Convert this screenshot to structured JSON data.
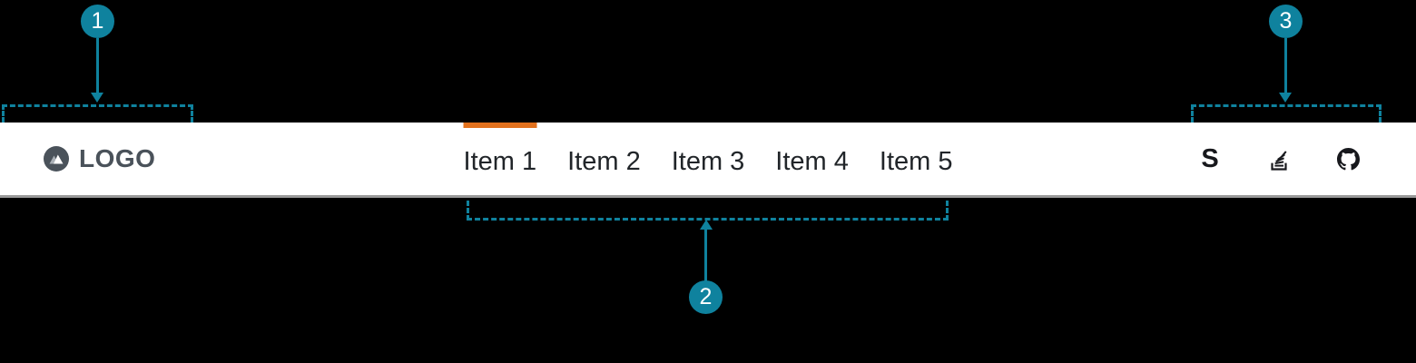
{
  "colors": {
    "background": "#000000",
    "navbar_bg": "#ffffff",
    "navbar_border": "#9a9a9a",
    "active_accent": "#e2711d",
    "callout_teal": "#0f829e",
    "logo_color": "#4a525a",
    "menu_text": "#212529",
    "icon_color": "#17181c"
  },
  "navbar": {
    "logo": {
      "label": "LOGO",
      "icon": "mountain-logo-icon"
    },
    "menu": {
      "items": [
        {
          "label": "Item 1",
          "active": true
        },
        {
          "label": "Item 2",
          "active": false
        },
        {
          "label": "Item 3",
          "active": false
        },
        {
          "label": "Item 4",
          "active": false
        },
        {
          "label": "Item 5",
          "active": false
        }
      ]
    },
    "social": {
      "stack_exchange_glyph": "S",
      "icons": [
        "stack-exchange-icon",
        "stack-overflow-icon",
        "github-icon"
      ]
    }
  },
  "callouts": {
    "items": [
      {
        "number": "1"
      },
      {
        "number": "2"
      },
      {
        "number": "3"
      }
    ]
  }
}
